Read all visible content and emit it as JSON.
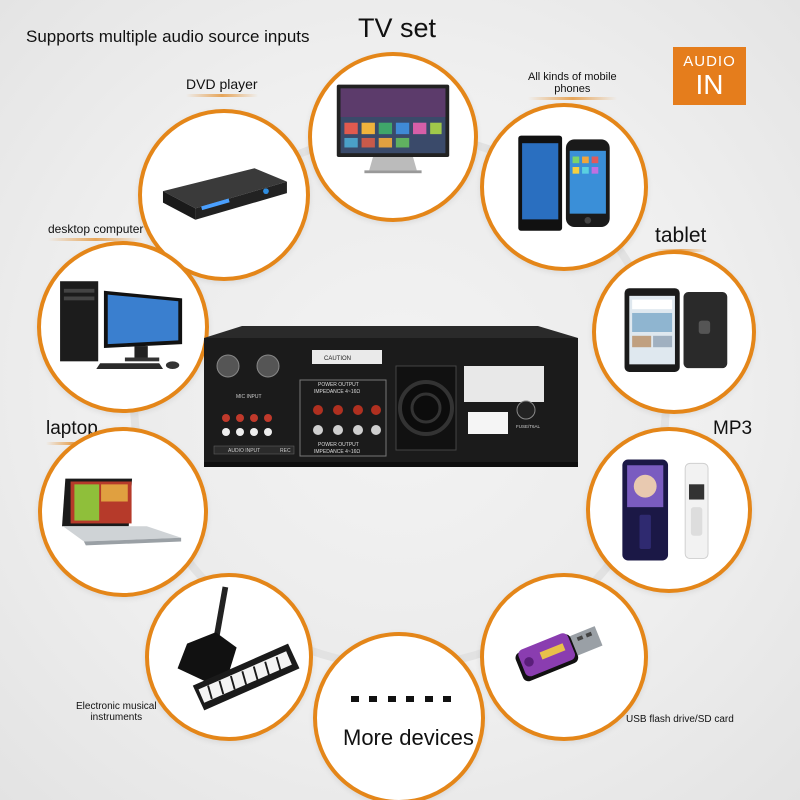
{
  "header": {
    "title": "Supports multiple audio source inputs"
  },
  "badge": {
    "line1": "AUDIO",
    "line2": "IN"
  },
  "center": {
    "more_dots": "......",
    "more_label": "More devices"
  },
  "sources": {
    "tv": {
      "label": "TV set",
      "icon": "tv-icon"
    },
    "dvd": {
      "label": "DVD player",
      "icon": "dvd-player-icon"
    },
    "mobile": {
      "label_line1": "All kinds of mobile",
      "label_line2": "phones",
      "icon": "mobile-phone-icon"
    },
    "desktop": {
      "label": "desktop computer",
      "icon": "desktop-computer-icon"
    },
    "tablet": {
      "label": "tablet",
      "icon": "tablet-icon"
    },
    "laptop": {
      "label": "laptop",
      "icon": "laptop-icon"
    },
    "mp3": {
      "label": "MP3",
      "icon": "mp3-player-icon"
    },
    "instruments": {
      "label_line1": "Electronic musical",
      "label_line2": "instruments",
      "icon": "guitar-keyboard-icon"
    },
    "usb": {
      "label": "USB flash drive/SD card",
      "icon": "usb-drive-icon"
    }
  },
  "amplifier": {
    "caution": "CAUTION",
    "mic_input": "MIC INPUT",
    "audio_input": "AUDIO INPUT",
    "rec": "REC",
    "power_output_top": "POWER OUTPUT",
    "impedance_top": "IMPEDANCE 4~16Ω",
    "power_output_bottom": "POWER OUTPUT",
    "impedance_bottom": "IMPEDANCE 4~16Ω",
    "fuse": "FUSE/T6AL"
  },
  "colors": {
    "accent": "#e48619",
    "badge": "#e57d1c"
  }
}
